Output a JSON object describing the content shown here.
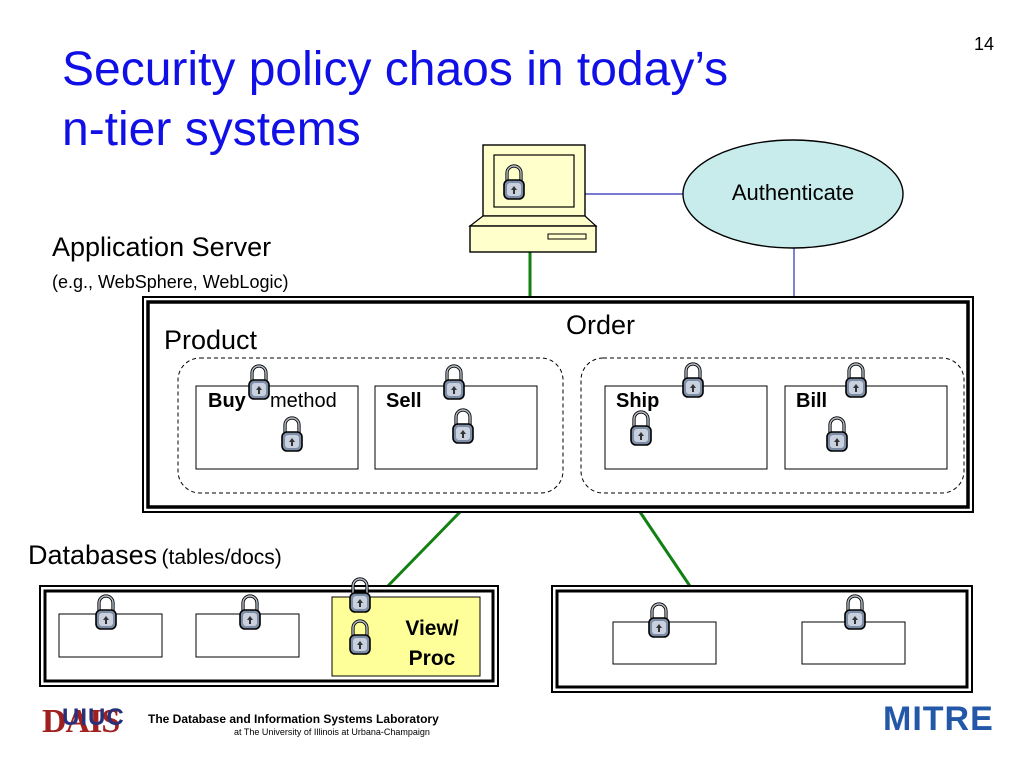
{
  "slide": {
    "title_line1": "Security policy chaos in today’s",
    "title_line2": "n-tier systems",
    "page_number": "14"
  },
  "client": {
    "authenticate_label": "Authenticate"
  },
  "app_server": {
    "label": "Application Server",
    "sublabel": "(e.g., WebSphere, WebLogic)",
    "groups": {
      "product": {
        "label": "Product",
        "components": [
          {
            "label": "Buy",
            "suffix": "method"
          },
          {
            "label": "Sell"
          }
        ]
      },
      "order": {
        "label": "Order",
        "components": [
          {
            "label": "Ship"
          },
          {
            "label": "Bill"
          }
        ]
      }
    }
  },
  "databases": {
    "label": "Databases",
    "sublabel": "(tables/docs)",
    "view_proc_label": "View/\nProc"
  },
  "footer": {
    "logo_dais": "DAIS",
    "logo_uiuc": "UIUC",
    "lab_name": "The Database and Information Systems Laboratory",
    "lab_sub": "at The University of Illinois at Urbana-Champaign",
    "logo_mitre": "MITRE"
  },
  "icons": {
    "lock": "padlock-icon",
    "computer": "desktop-computer-icon"
  },
  "colors": {
    "title": "#1010e6",
    "authenticate_fill": "#c8ecec",
    "computer_fill": "#ffffcc",
    "view_proc_fill": "#ffff99",
    "green_link": "#128012",
    "blue_link": "#2b2bb8",
    "lock_body": "#7d8da6"
  }
}
